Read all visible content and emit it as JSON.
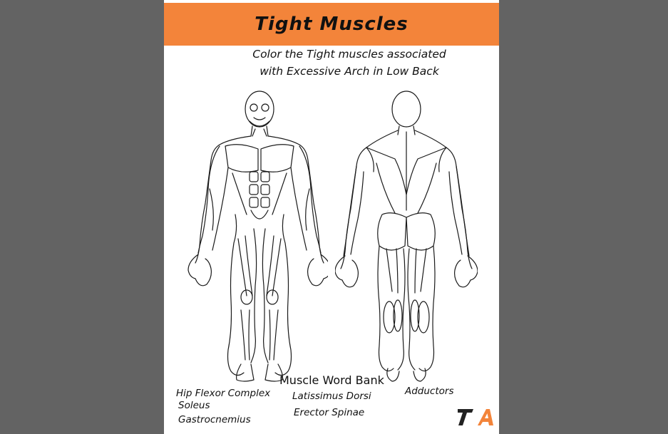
{
  "worksheet": {
    "title": "Tight Muscles",
    "instructions": {
      "line1": "Color the Tight muscles associated",
      "line2": "with Excessive Arch in Low Back"
    },
    "word_bank": {
      "heading": "Muscle Word Bank",
      "items": {
        "hip_flexor": "Hip Flexor Complex",
        "soleus": "Soleus",
        "gastrocnemius": "Gastrocnemius",
        "latissimus": "Latissimus Dorsi",
        "erector": "Erector Spinae",
        "adductors": "Adductors"
      }
    },
    "figures": [
      "front-view-body",
      "back-view-body"
    ],
    "logo": {
      "text": "TA",
      "colors": {
        "t": "#222222",
        "a": "#f3843a"
      }
    }
  },
  "colors": {
    "background": "#636363",
    "banner": "#f3843a",
    "page": "#ffffff",
    "line": "#1a1a1a"
  }
}
